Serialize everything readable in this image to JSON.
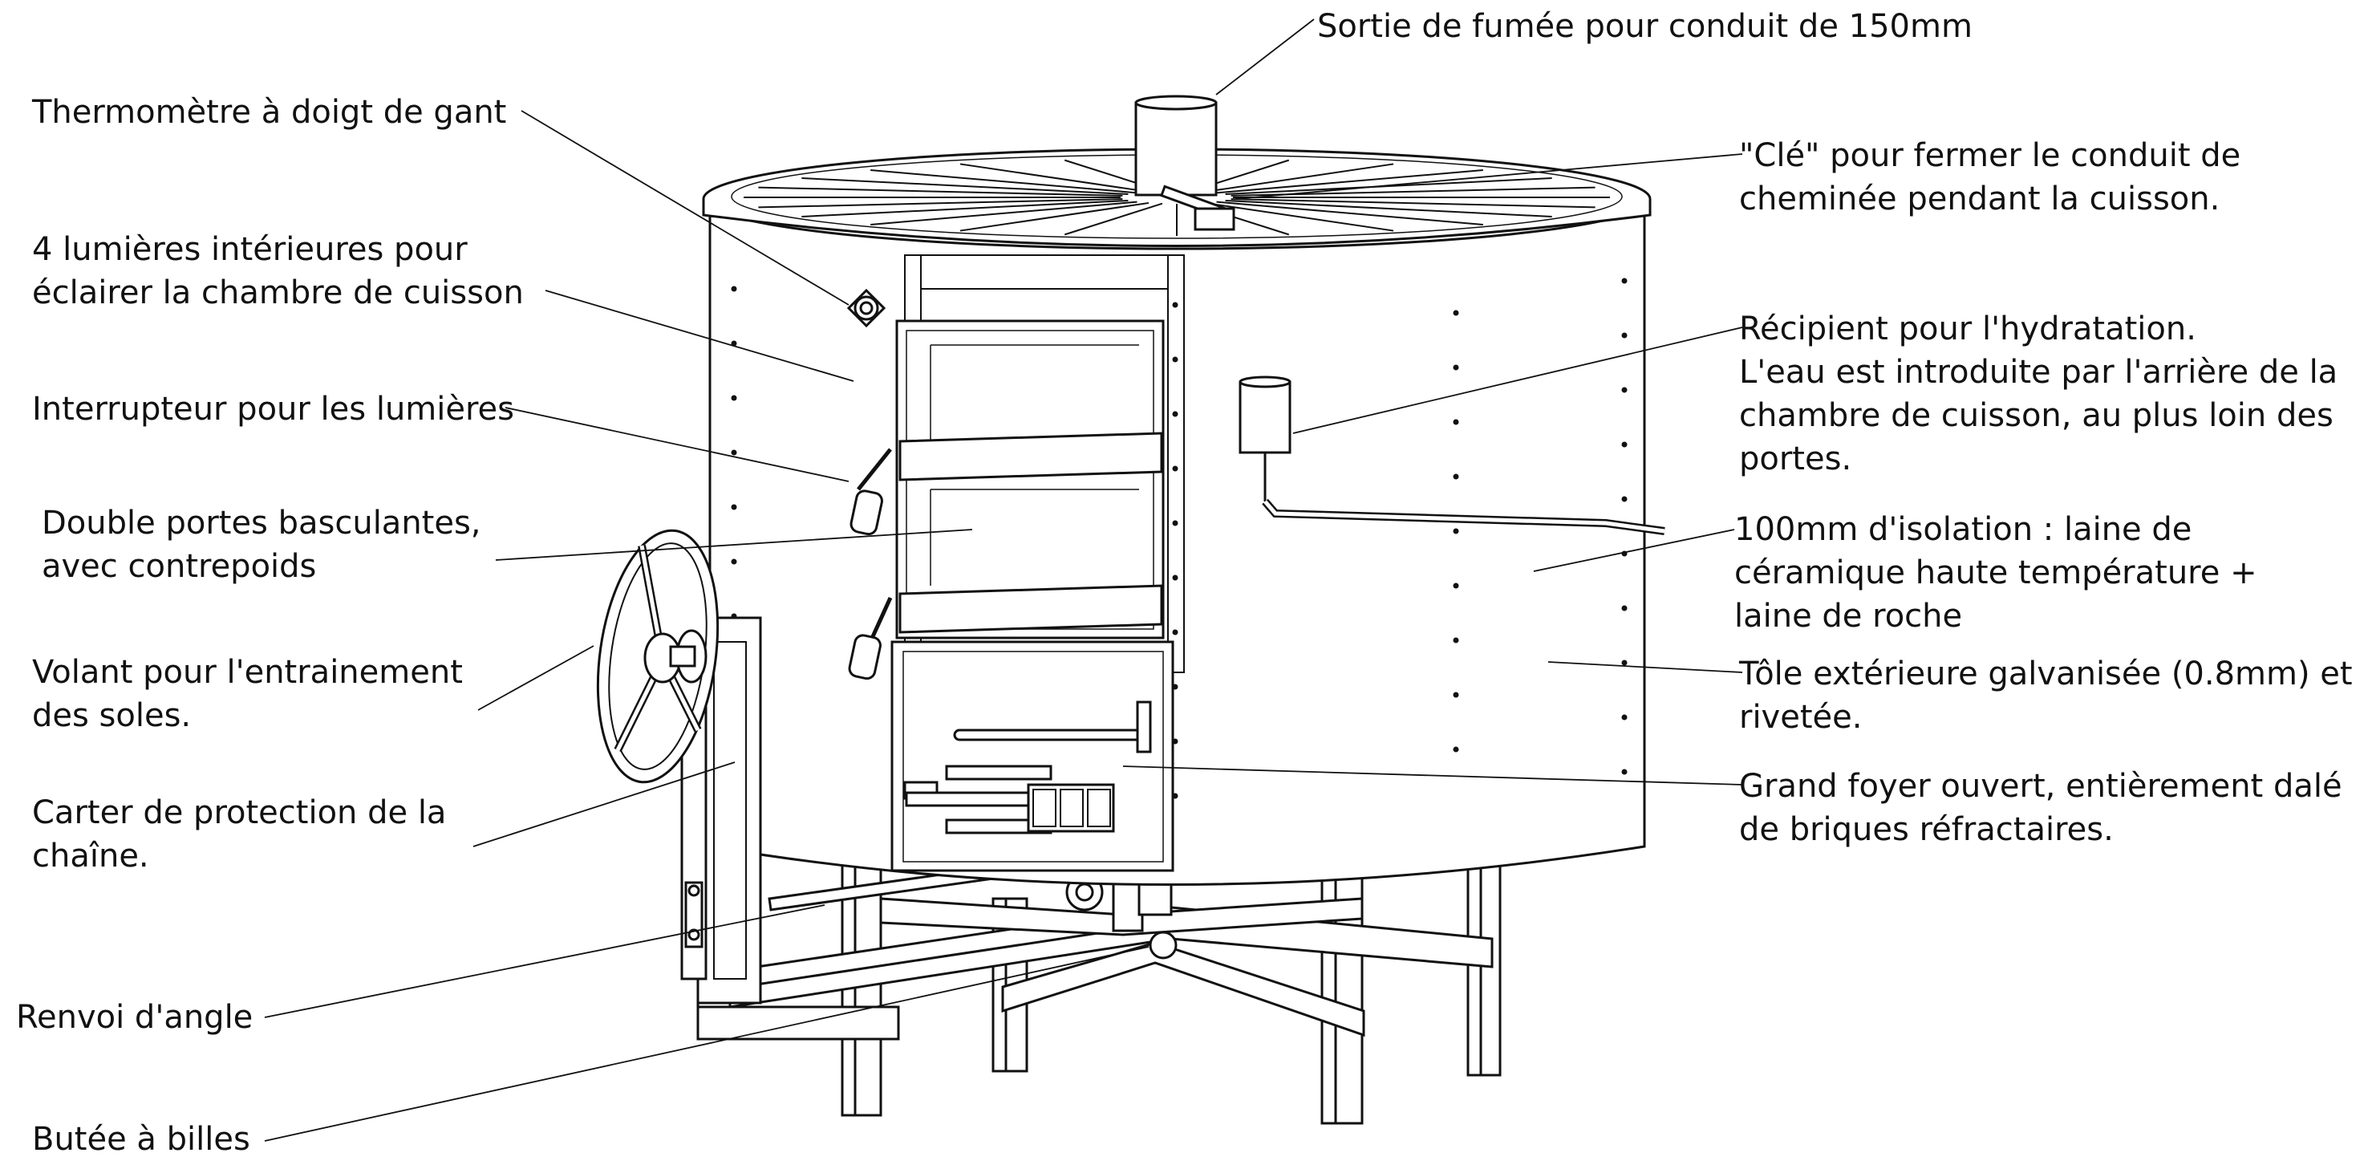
{
  "colors": {
    "ink": "#111111",
    "background": "#ffffff",
    "metal_fill": "#ffffff",
    "shade": "#dcdcdc"
  },
  "labels": {
    "smoke_outlet": [
      "Sortie de fumée pour conduit de 150mm"
    ],
    "thermometer": [
      "Thermomètre à doigt de gant"
    ],
    "key": [
      "\"Clé\" pour fermer le conduit de",
      "cheminée pendant la cuisson."
    ],
    "lights": [
      "4 lumières intérieures pour",
      "éclairer la chambre de cuisson"
    ],
    "hydration": [
      "Récipient pour l'hydratation.",
      "L'eau est introduite par l'arrière de la",
      "chambre de cuisson, au plus loin des",
      "portes."
    ],
    "switch": [
      "Interrupteur pour les lumières"
    ],
    "doors": [
      "Double portes basculantes,",
      "avec contrepoids"
    ],
    "insulation": [
      "100mm d'isolation : laine de",
      "céramique haute température +",
      "laine de roche"
    ],
    "wheel": [
      "Volant pour l'entrainement",
      "des soles."
    ],
    "sheet": [
      "Tôle extérieure galvanisée (0.8mm) et",
      "rivetée."
    ],
    "guard": [
      "Carter de protection de la",
      "chaîne."
    ],
    "firebox": [
      "Grand foyer ouvert, entièrement dalé",
      "de briques réfractaires."
    ],
    "angle_drive": [
      "Renvoi d'angle"
    ],
    "thrust_bearing": [
      "Butée à billes"
    ]
  }
}
